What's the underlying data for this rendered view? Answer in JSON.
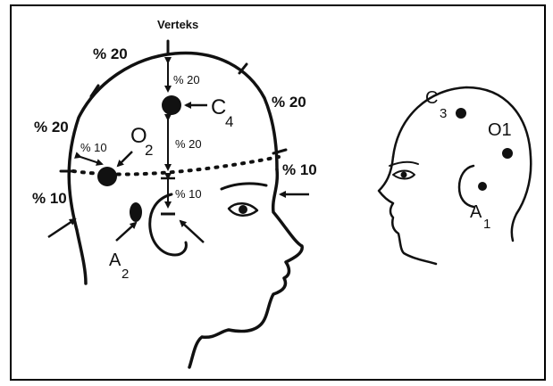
{
  "figure": {
    "vertex_label": "Verteks",
    "left_head": {
      "percent_labels": {
        "upper_left": "% 20",
        "left_mid": "% 20",
        "left_low": "% 10",
        "upper_right": "% 20",
        "right_low": "% 10",
        "vertex_to_c4": "% 20",
        "c4_to_line": "% 20",
        "line_to_ear": "% 10",
        "back_to_o2": "% 10"
      },
      "electrodes": [
        {
          "id": "C4",
          "letter": "C",
          "sub": "4"
        },
        {
          "id": "O2",
          "letter": "O",
          "sub": "2"
        },
        {
          "id": "A2",
          "letter": "A",
          "sub": "2"
        }
      ]
    },
    "right_head": {
      "electrodes": [
        {
          "id": "C3",
          "letter": "C",
          "sub": "3"
        },
        {
          "id": "O1",
          "letter": "O1",
          "sub": ""
        },
        {
          "id": "A1",
          "letter": "A",
          "sub": "1"
        }
      ]
    }
  },
  "colors": {
    "ink": "#111111",
    "frame": "#000000",
    "background": "#ffffff"
  }
}
